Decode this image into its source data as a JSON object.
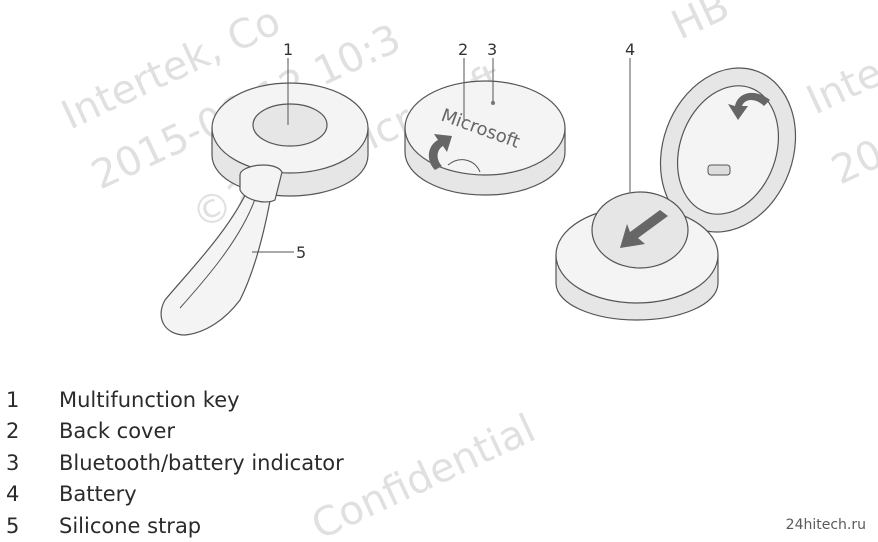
{
  "watermark": {
    "line1": "Intertek, Co",
    "line2": "2015-06-12 10:3",
    "line3": "©2015 Microsoft",
    "line4": "HB",
    "line5": "Inte",
    "line6": "20",
    "line7": "Confidential"
  },
  "device": {
    "cover_brand": "Microsoft"
  },
  "callouts": [
    "1",
    "2",
    "3",
    "4",
    "5"
  ],
  "legend": [
    {
      "number": "1",
      "label": "Multifunction key"
    },
    {
      "number": "2",
      "label": "Back cover"
    },
    {
      "number": "3",
      "label": "Bluetooth/battery indicator"
    },
    {
      "number": "4",
      "label": "Battery"
    },
    {
      "number": "5",
      "label": "Silicone strap"
    }
  ],
  "credit": "24hitech.ru"
}
